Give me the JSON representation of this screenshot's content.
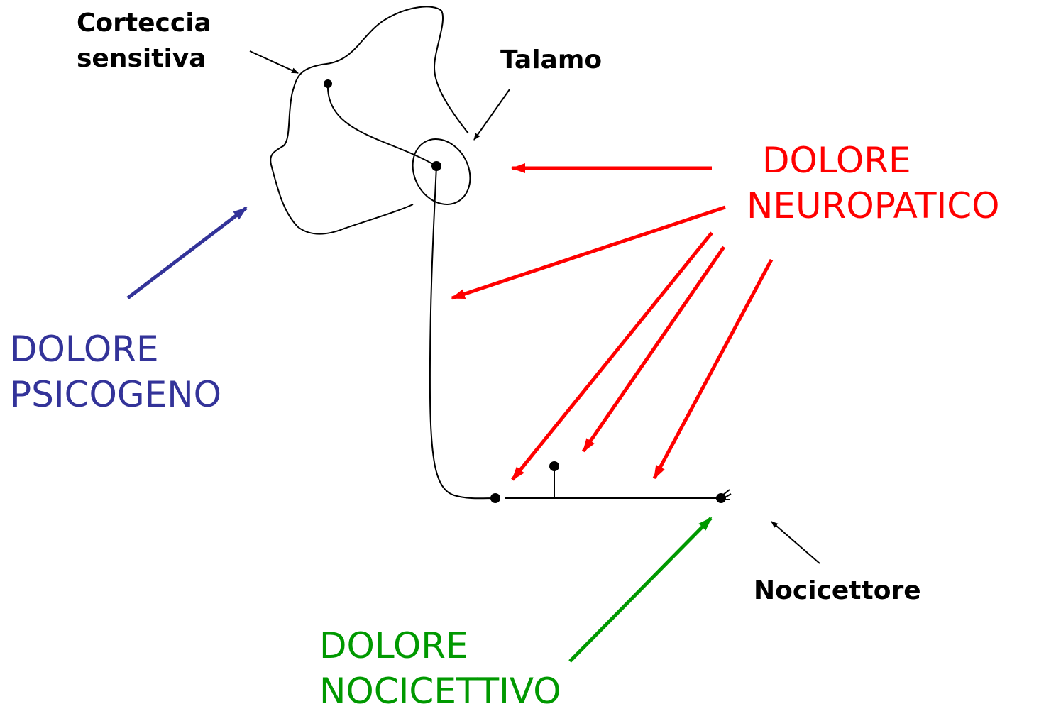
{
  "labels": {
    "cortex_line1": "Corteccia",
    "cortex_line2": "sensitiva",
    "thalamus": "Talamo",
    "nociceptor": "Nocicettore"
  },
  "categories": {
    "neuropathic": {
      "line1": "DOLORE",
      "line2": "NEUROPATICO",
      "color": "#ff0000"
    },
    "psychogenic": {
      "line1": "DOLORE",
      "line2": "PSICOGENO",
      "color": "#333399"
    },
    "nociceptive": {
      "line1": "DOLORE",
      "line2": "NOCICETTIVO",
      "color": "#009900"
    }
  }
}
